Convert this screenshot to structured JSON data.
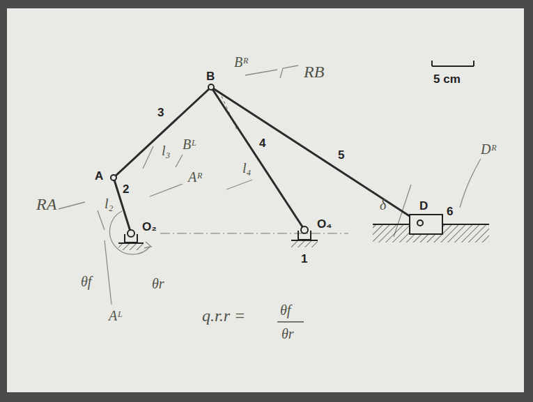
{
  "diagram": {
    "labels": [
      "B",
      "Bᴿ",
      "RB",
      "5 cm",
      "3",
      "l₃",
      "Bᴸ",
      "A",
      "RA",
      "l₂",
      "2",
      "Aᴿ",
      "4",
      "l₄",
      "5",
      "Dᴿ",
      "δ",
      "D",
      "6",
      "O₂",
      "O₄",
      "1",
      "θf",
      "θr",
      "Aᴸ",
      "q.r.r =",
      "θf",
      "θr"
    ]
  }
}
